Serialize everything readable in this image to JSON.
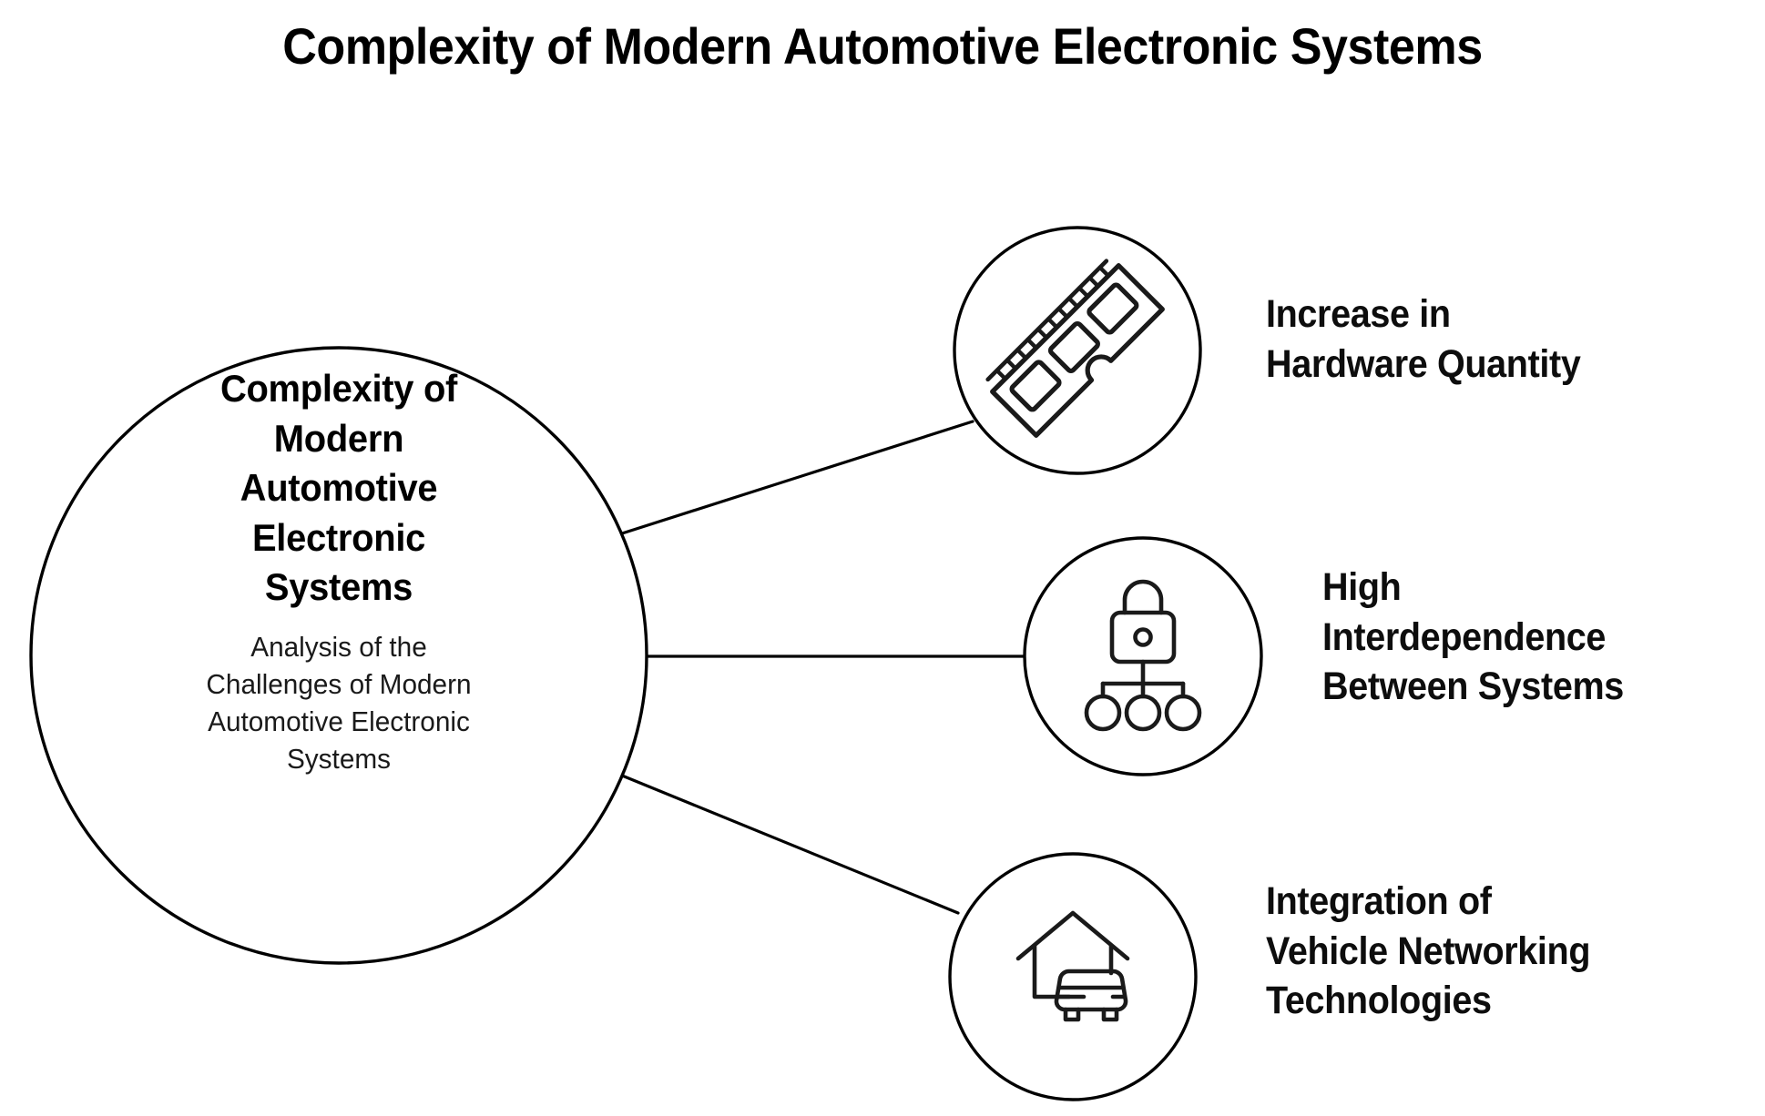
{
  "page": {
    "title": "Complexity of Modern Automotive Electronic Systems",
    "background_color": "#ffffff",
    "stroke_color": "#000000",
    "text_color": "#000000"
  },
  "center_node": {
    "label": "Complexity of\nModern\nAutomotive\nElectronic\nSystems",
    "sublabel": "Analysis of the\nChallenges of Modern\nAutomotive Electronic\nSystems"
  },
  "branches": [
    {
      "id": "hardware",
      "icon": "memory-module-icon",
      "label": "Increase in\nHardware Quantity"
    },
    {
      "id": "interdependence",
      "icon": "lock-hierarchy-icon",
      "label": "High\nInterdependence\nBetween Systems"
    },
    {
      "id": "networking",
      "icon": "house-car-icon",
      "label": "Integration of\nVehicle Networking\nTechnologies"
    }
  ],
  "chart_data": {
    "type": "diagram",
    "title": "Complexity of Modern Automotive Electronic Systems",
    "layout": "radial-hub-and-spoke",
    "hub": {
      "title": "Complexity of Modern Automotive Electronic Systems",
      "subtitle": "Analysis of the Challenges of Modern Automotive Electronic Systems",
      "shape": "circle",
      "center": [
        372,
        720
      ],
      "radius": 338
    },
    "nodes": [
      {
        "label": "Increase in Hardware Quantity",
        "icon": "memory-module-icon",
        "shape": "circle",
        "center": [
          1183,
          385
        ],
        "radius": 135
      },
      {
        "label": "High Interdependence Between Systems",
        "icon": "lock-hierarchy-icon",
        "shape": "circle",
        "center": [
          1255,
          721
        ],
        "radius": 130
      },
      {
        "label": "Integration of Vehicle Networking Technologies",
        "icon": "house-car-icon",
        "shape": "circle",
        "center": [
          1178,
          1073
        ],
        "radius": 135
      }
    ],
    "edges": [
      {
        "from": "hub",
        "to": "Increase in Hardware Quantity"
      },
      {
        "from": "hub",
        "to": "High Interdependence Between Systems"
      },
      {
        "from": "hub",
        "to": "Integration of Vehicle Networking Technologies"
      }
    ]
  }
}
